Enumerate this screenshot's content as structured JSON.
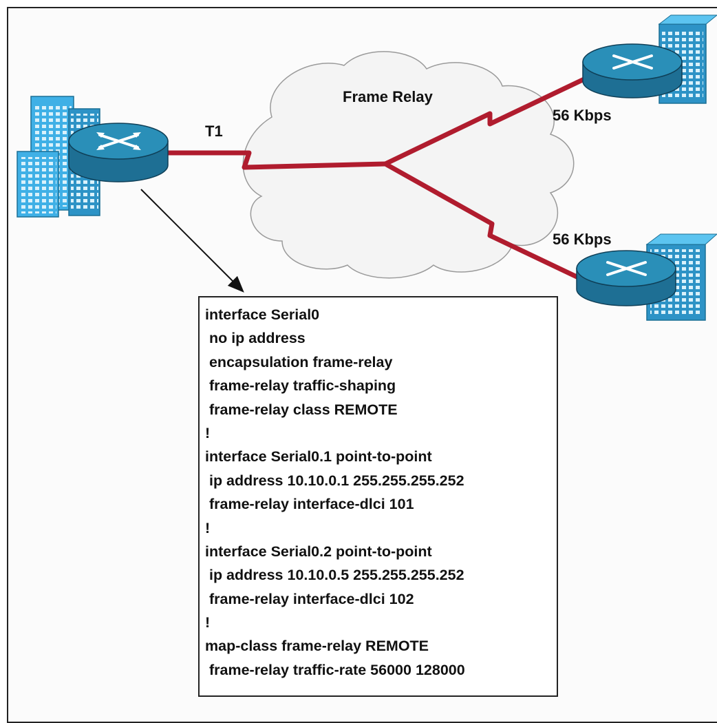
{
  "labels": {
    "cloud": "Frame Relay",
    "t1": "T1",
    "speed_top": "56 Kbps",
    "speed_bottom": "56 Kbps"
  },
  "config_lines": [
    "interface Serial0",
    " no ip address",
    " encapsulation frame-relay",
    " frame-relay traffic-shaping",
    " frame-relay class REMOTE",
    "!",
    "interface Serial0.1 point-to-point",
    " ip address 10.10.0.1 255.255.255.252",
    " frame-relay interface-dlci 101",
    "!",
    "interface Serial0.2 point-to-point",
    " ip address 10.10.0.5 255.255.255.252",
    " frame-relay interface-dlci 102",
    "!",
    "map-class frame-relay REMOTE",
    " frame-relay traffic-rate 56000 128000"
  ],
  "colors": {
    "link": "#b01c2e",
    "router": "#2a8fb8",
    "building": "#3fb0e6"
  },
  "icons": [
    "building-icon",
    "router-icon",
    "cloud-icon",
    "arrow-icon"
  ]
}
